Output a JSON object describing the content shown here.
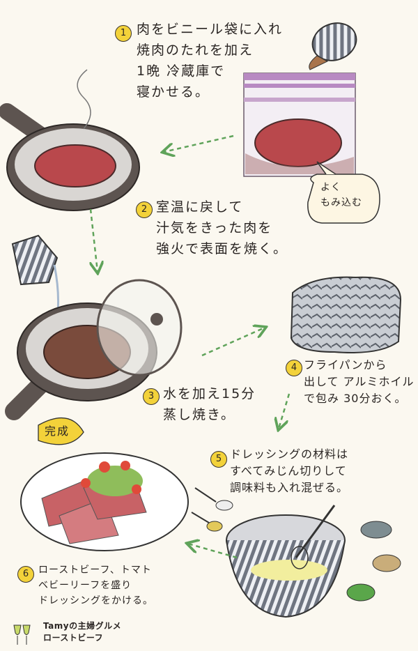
{
  "steps": [
    {
      "number": "1",
      "lines": [
        "肉をビニール袋に入れ",
        "焼肉のたれを加え",
        "1晩 冷蔵庫で",
        "寝かせる。"
      ]
    },
    {
      "number": "2",
      "lines": [
        "室温に戻して",
        "汁気をきった肉を",
        "強火で表面を焼く。"
      ]
    },
    {
      "number": "3",
      "lines": [
        "水を加え15分",
        "蒸し焼き。"
      ]
    },
    {
      "number": "4",
      "lines": [
        "フライパンから",
        "出して アルミホイル",
        "で包み 30分おく。"
      ]
    },
    {
      "number": "5",
      "lines": [
        "ドレッシングの材料は",
        "すべてみじん切りして",
        "調味料も入れ混ぜる。"
      ]
    },
    {
      "number": "6",
      "lines": [
        "ローストビーフ、トマト",
        "ベビーリーフを盛り",
        "ドレッシングをかける。"
      ]
    }
  ],
  "note_bubble": [
    "よく",
    "もみ込む"
  ],
  "done_label": "完成",
  "footer": {
    "brand": "Tamyの主婦グルメ",
    "title": "ローストビーフ"
  },
  "colors": {
    "meat": "#b9484c",
    "pan": "#5d5450",
    "bowl": "#8a8e98",
    "accent": "#f3d23a",
    "arrow": "#5fa35a"
  }
}
